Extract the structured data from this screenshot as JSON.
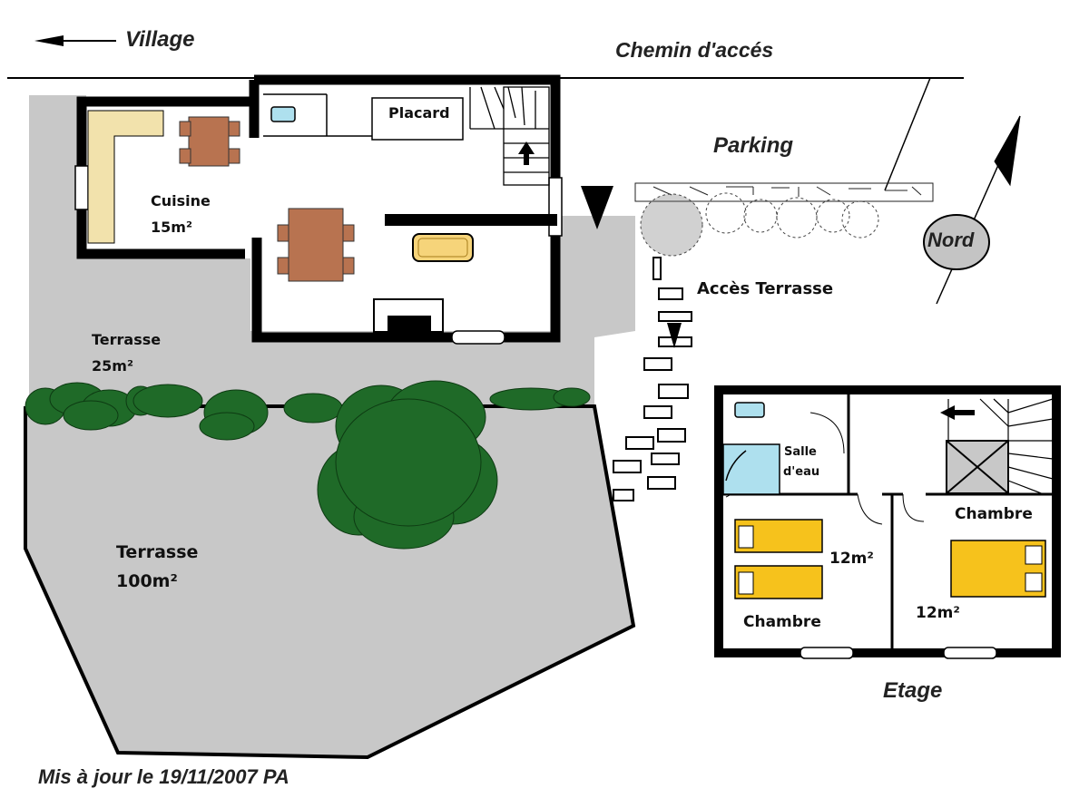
{
  "labels": {
    "village": "Village",
    "chemin": "Chemin d'accés",
    "parking": "Parking",
    "nord": "Nord",
    "placard": "Placard",
    "cuisine": "Cuisine",
    "cuisine_area": "15m²",
    "acces_terrasse": "Accès Terrasse",
    "terrasse_small": "Terrasse",
    "terrasse_small_area": "25m²",
    "terrasse_big": "Terrasse",
    "terrasse_big_area": "100m²",
    "salle": "Salle",
    "deau": "d'eau",
    "chambre_left": "Chambre",
    "chambre_left_area": "12m²",
    "chambre_right": "Chambre",
    "chambre_right_area": "12m²",
    "etage": "Etage",
    "footer": "Mis à jour le 19/11/2007  PA"
  },
  "colors": {
    "terrace_gray": "#c8c8c8",
    "wall": "#000000",
    "table_brown": "#b87350",
    "bed_yellow": "#f6c21c",
    "counter_beige": "#f2e2ac",
    "shower_blue": "#aee0ee",
    "tree_green": "#1f6a28",
    "nord_gray": "#c4c4c4",
    "sofa_yellow": "#f6d47a"
  }
}
